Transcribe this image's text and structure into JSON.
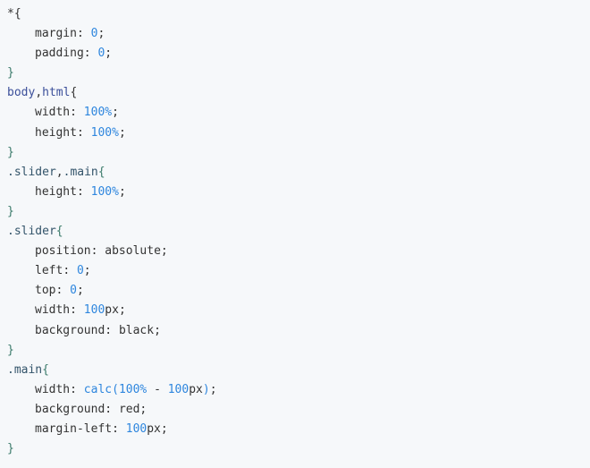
{
  "code": {
    "lines": [
      {
        "indent": false,
        "tokens": [
          {
            "t": "*",
            "c": "sel"
          },
          {
            "t": "{",
            "c": "punc"
          }
        ]
      },
      {
        "indent": true,
        "tokens": [
          {
            "t": "margin",
            "c": "prop"
          },
          {
            "t": ": ",
            "c": "punc"
          },
          {
            "t": "0",
            "c": "num"
          },
          {
            "t": ";",
            "c": "punc"
          }
        ]
      },
      {
        "indent": true,
        "tokens": [
          {
            "t": "padding",
            "c": "prop"
          },
          {
            "t": ": ",
            "c": "punc"
          },
          {
            "t": "0",
            "c": "num"
          },
          {
            "t": ";",
            "c": "punc"
          }
        ]
      },
      {
        "indent": false,
        "tokens": [
          {
            "t": "}",
            "c": "brace"
          }
        ]
      },
      {
        "indent": false,
        "tokens": [
          {
            "t": "body",
            "c": "sel-blue"
          },
          {
            "t": ",",
            "c": "punc"
          },
          {
            "t": "html",
            "c": "sel-blue"
          },
          {
            "t": "{",
            "c": "punc"
          }
        ]
      },
      {
        "indent": true,
        "tokens": [
          {
            "t": "width",
            "c": "prop"
          },
          {
            "t": ": ",
            "c": "punc"
          },
          {
            "t": "100%",
            "c": "num"
          },
          {
            "t": ";",
            "c": "punc"
          }
        ]
      },
      {
        "indent": true,
        "tokens": [
          {
            "t": "height",
            "c": "prop"
          },
          {
            "t": ": ",
            "c": "punc"
          },
          {
            "t": "100%",
            "c": "num"
          },
          {
            "t": ";",
            "c": "punc"
          }
        ]
      },
      {
        "indent": false,
        "tokens": [
          {
            "t": "}",
            "c": "brace"
          }
        ]
      },
      {
        "indent": false,
        "tokens": [
          {
            "t": ".slider",
            "c": "sel-class"
          },
          {
            "t": ",",
            "c": "punc"
          },
          {
            "t": ".main",
            "c": "sel-class"
          },
          {
            "t": "{",
            "c": "brace"
          }
        ]
      },
      {
        "indent": true,
        "tokens": [
          {
            "t": "height",
            "c": "prop"
          },
          {
            "t": ": ",
            "c": "punc"
          },
          {
            "t": "100%",
            "c": "num"
          },
          {
            "t": ";",
            "c": "punc"
          }
        ]
      },
      {
        "indent": false,
        "tokens": [
          {
            "t": "}",
            "c": "brace"
          }
        ]
      },
      {
        "indent": false,
        "tokens": [
          {
            "t": ".slider",
            "c": "sel-class"
          },
          {
            "t": "{",
            "c": "brace"
          }
        ]
      },
      {
        "indent": true,
        "tokens": [
          {
            "t": "position",
            "c": "prop"
          },
          {
            "t": ": ",
            "c": "punc"
          },
          {
            "t": "absolute",
            "c": "val"
          },
          {
            "t": ";",
            "c": "punc"
          }
        ]
      },
      {
        "indent": true,
        "tokens": [
          {
            "t": "left",
            "c": "prop"
          },
          {
            "t": ": ",
            "c": "punc"
          },
          {
            "t": "0",
            "c": "num"
          },
          {
            "t": ";",
            "c": "punc"
          }
        ]
      },
      {
        "indent": true,
        "tokens": [
          {
            "t": "top",
            "c": "prop"
          },
          {
            "t": ": ",
            "c": "punc"
          },
          {
            "t": "0",
            "c": "num"
          },
          {
            "t": ";",
            "c": "punc"
          }
        ]
      },
      {
        "indent": true,
        "tokens": [
          {
            "t": "width",
            "c": "prop"
          },
          {
            "t": ": ",
            "c": "punc"
          },
          {
            "t": "100",
            "c": "num"
          },
          {
            "t": "px",
            "c": "val"
          },
          {
            "t": ";",
            "c": "punc"
          }
        ]
      },
      {
        "indent": true,
        "tokens": [
          {
            "t": "background",
            "c": "prop"
          },
          {
            "t": ": ",
            "c": "punc"
          },
          {
            "t": "black",
            "c": "val"
          },
          {
            "t": ";",
            "c": "punc"
          }
        ]
      },
      {
        "indent": false,
        "tokens": [
          {
            "t": "}",
            "c": "brace"
          }
        ]
      },
      {
        "indent": false,
        "tokens": [
          {
            "t": ".main",
            "c": "sel-class"
          },
          {
            "t": "{",
            "c": "brace"
          }
        ]
      },
      {
        "indent": true,
        "tokens": [
          {
            "t": "width",
            "c": "prop"
          },
          {
            "t": ": ",
            "c": "punc"
          },
          {
            "t": "calc(",
            "c": "fn"
          },
          {
            "t": "100%",
            "c": "num"
          },
          {
            "t": " - ",
            "c": "punc"
          },
          {
            "t": "100",
            "c": "num"
          },
          {
            "t": "px",
            "c": "val"
          },
          {
            "t": ")",
            "c": "fn"
          },
          {
            "t": ";",
            "c": "punc"
          }
        ]
      },
      {
        "indent": true,
        "tokens": [
          {
            "t": "background",
            "c": "prop"
          },
          {
            "t": ": ",
            "c": "punc"
          },
          {
            "t": "red",
            "c": "val"
          },
          {
            "t": ";",
            "c": "punc"
          }
        ]
      },
      {
        "indent": true,
        "tokens": [
          {
            "t": "margin-left",
            "c": "prop"
          },
          {
            "t": ": ",
            "c": "punc"
          },
          {
            "t": "100",
            "c": "num"
          },
          {
            "t": "px",
            "c": "val"
          },
          {
            "t": ";",
            "c": "punc"
          }
        ]
      },
      {
        "indent": false,
        "tokens": [
          {
            "t": "}",
            "c": "brace"
          }
        ]
      }
    ]
  }
}
